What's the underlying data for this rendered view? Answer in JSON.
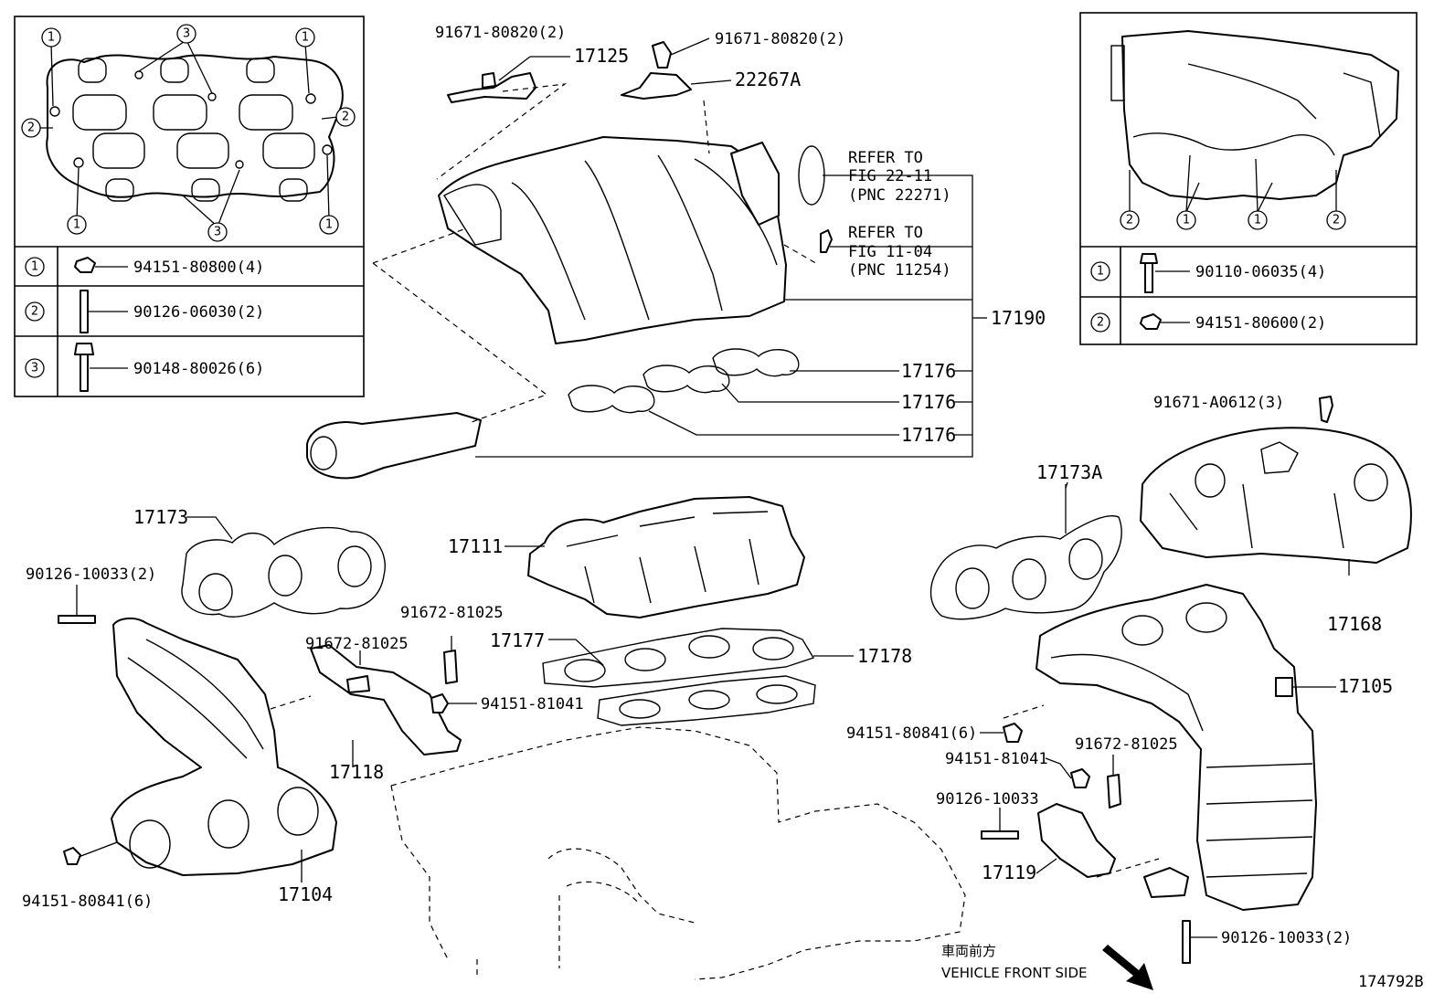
{
  "drawing_number": "174792B",
  "orientation": {
    "label_jp": "車両前方",
    "label_en": "VEHICLE FRONT SIDE"
  },
  "left_inset": {
    "callouts": [
      "1",
      "2",
      "3"
    ],
    "legend": [
      {
        "marker": "1",
        "part": "94151-80800(4)"
      },
      {
        "marker": "2",
        "part": "90126-06030(2)"
      },
      {
        "marker": "3",
        "part": "90148-80026(6)"
      }
    ]
  },
  "right_inset": {
    "callouts": [
      "1",
      "2"
    ],
    "legend": [
      {
        "marker": "1",
        "part": "90110-06035(4)"
      },
      {
        "marker": "2",
        "part": "94151-80600(2)"
      }
    ]
  },
  "refer": [
    {
      "line1": "REFER TO",
      "line2": "FIG 22-11",
      "line3": "(PNC 22271)"
    },
    {
      "line1": "REFER TO",
      "line2": "FIG 11-04",
      "line3": "(PNC 11254)"
    }
  ],
  "labels": {
    "p_91671_80820_a": "91671-80820(2)",
    "p_17125": "17125",
    "p_91671_80820_b": "91671-80820(2)",
    "p_22267a": "22267A",
    "p_17190": "17190",
    "p_17176_a": "17176",
    "p_17176_b": "17176",
    "p_17176_c": "17176",
    "p_91671_a0612": "91671-A0612(3)",
    "p_17173a": "17173A",
    "p_17173": "17173",
    "p_17111": "17111",
    "p_17168": "17168",
    "p_90126_10033_a": "90126-10033(2)",
    "p_91672_81025_a": "91672-81025",
    "p_91672_81025_b": "91672-81025",
    "p_17177": "17177",
    "p_17178": "17178",
    "p_94151_81041_a": "94151-81041",
    "p_17105": "17105",
    "p_94151_80841_a": "94151-80841(6)",
    "p_94151_81041_b": "94151-81041",
    "p_91672_81025_c": "91672-81025",
    "p_17118": "17118",
    "p_90126_10033_b": "90126-10033",
    "p_17119": "17119",
    "p_94151_80841_b": "94151-80841(6)",
    "p_17104": "17104",
    "p_90126_10033_c": "90126-10033(2)"
  }
}
